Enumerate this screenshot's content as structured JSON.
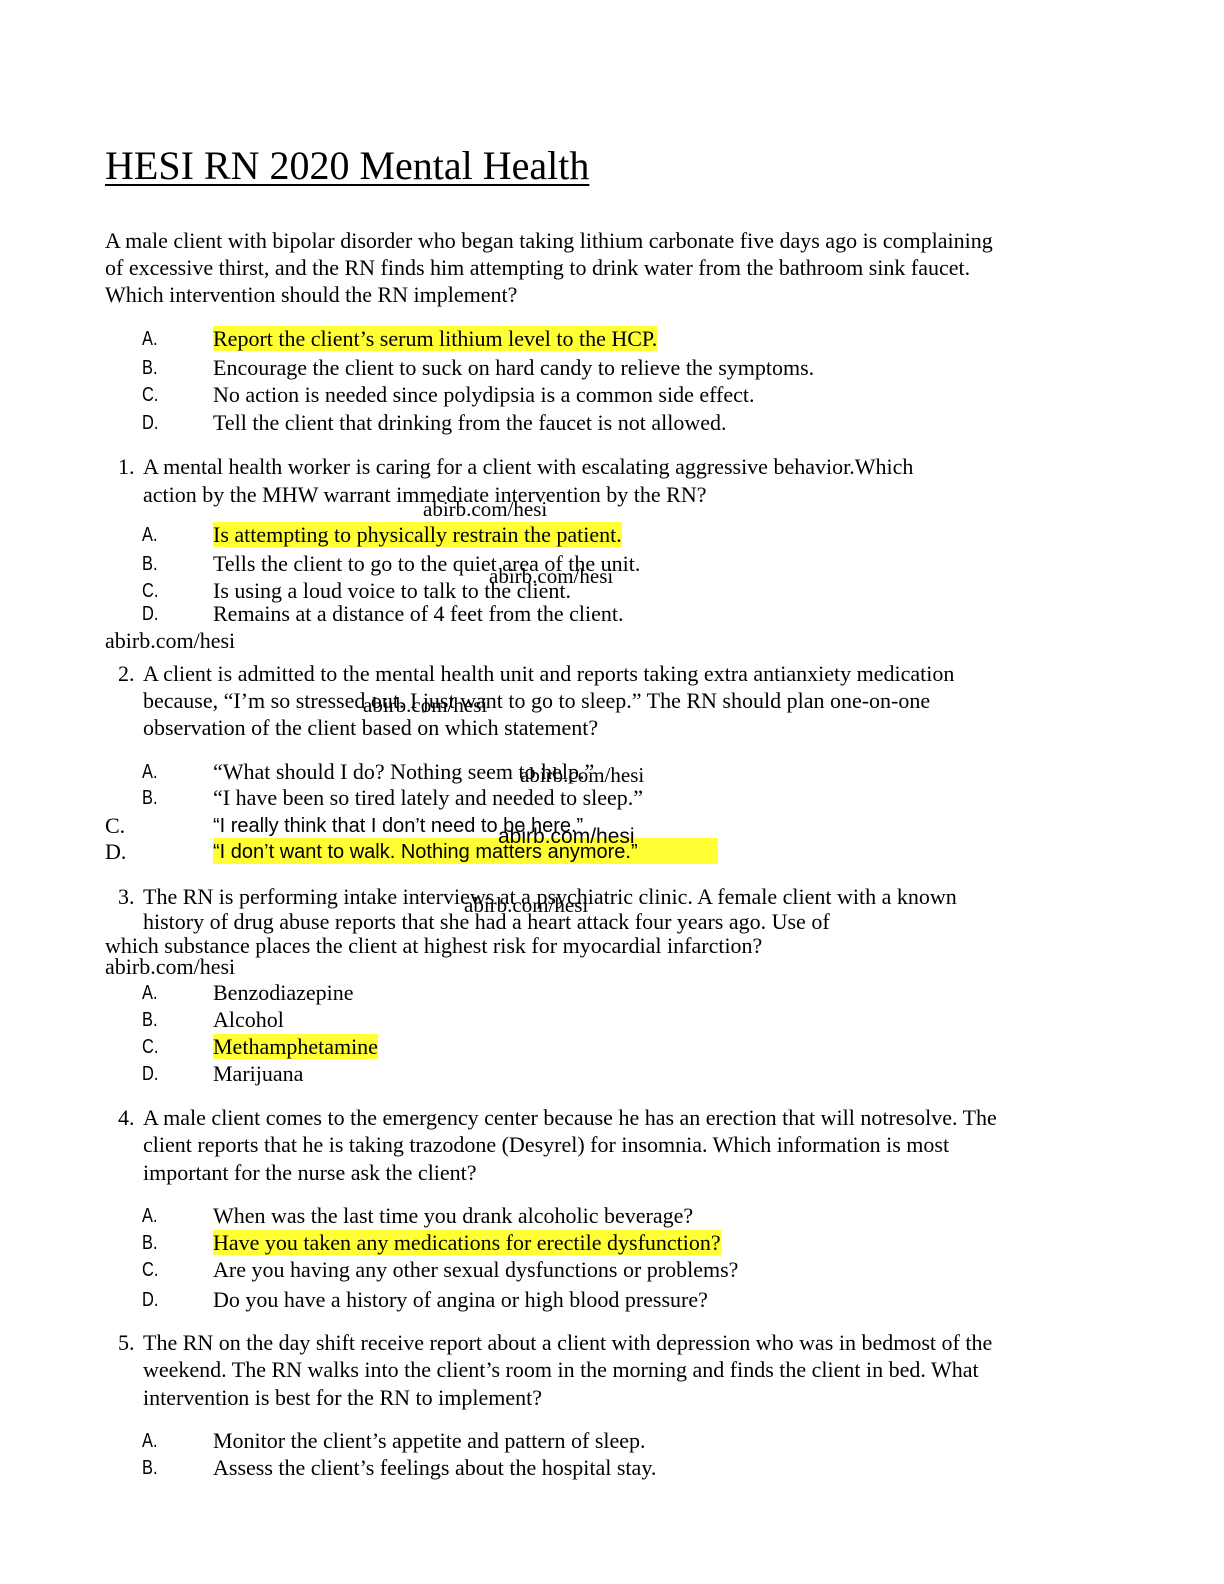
{
  "title": "HESI RN 2020 Mental Health",
  "watermark": "abirb.com/hesi",
  "intro": {
    "lines": [
      "A male client with bipolar disorder who began taking lithium carbonate five days ago is complaining",
      "of excessive thirst, and the RN finds him attempting to drink water from the bathroom sink faucet.",
      "Which intervention should the RN implement?"
    ],
    "options": [
      {
        "letter": "A.",
        "text": "Report the client’s serum lithium level to the HCP.",
        "correct": true
      },
      {
        "letter": "B.",
        "text": "Encourage the client to suck on hard candy to relieve the symptoms.",
        "correct": false
      },
      {
        "letter": "C.",
        "text": "No action is needed since polydipsia is a common side effect.",
        "correct": false
      },
      {
        "letter": "D.",
        "text": "Tell the client that drinking from the faucet is not allowed.",
        "correct": false
      }
    ]
  },
  "q1": {
    "number": "1.",
    "lines": [
      "A mental health worker is caring for a client with escalating aggressive behavior.Which",
      "action by the MHW warrant immediate intervention by the RN?"
    ],
    "options": [
      {
        "letter": "A.",
        "text": "Is attempting to physically restrain the patient.",
        "correct": true
      },
      {
        "letter": "B.",
        "text": "Tells the client to go to the quiet area of the unit.",
        "correct": false
      },
      {
        "letter": "C.",
        "text": "Is using a loud voice to talk to the client.",
        "correct": false
      },
      {
        "letter": "D.",
        "text": "Remains at a distance of 4 feet from the client.",
        "correct": false
      }
    ]
  },
  "q2": {
    "number": "2.",
    "lines": [
      "A client is admitted to the mental health unit and reports taking extra antianxiety medication",
      "because, “I’m so stressed out. I just want to go to sleep.” The RN should plan one-on-one",
      "observation of the client based on which statement?"
    ],
    "options": [
      {
        "letter": "A.",
        "text": "“What should I do? Nothing seem to help.”",
        "correct": false
      },
      {
        "letter": "B.",
        "text": "“I have been so tired lately and needed to sleep.”",
        "correct": false
      },
      {
        "letter": "C.",
        "text": "“I really think that I don’t need to be here.”",
        "correct": false
      },
      {
        "letter": "D.",
        "text": "“I don’t want to walk. Nothing matters anymore.”",
        "correct": true
      }
    ]
  },
  "q3": {
    "number": "3.",
    "lines": [
      "The RN is performing intake interviews at a psychiatric clinic. A female client with a known",
      "history of drug abuse reports that she had a heart attack four years ago. Use of",
      "which substance places the client at highest risk for myocardial infarction?"
    ],
    "options": [
      {
        "letter": "A.",
        "text": "Benzodiazepine",
        "correct": false
      },
      {
        "letter": "B.",
        "text": "Alcohol",
        "correct": false
      },
      {
        "letter": "C.",
        "text": "Methamphetamine",
        "correct": true
      },
      {
        "letter": "D.",
        "text": "Marijuana",
        "correct": false
      }
    ]
  },
  "q4": {
    "number": "4.",
    "lines": [
      "A male client comes to the emergency center because he has an erection that will notresolve. The",
      "client reports that he is taking trazodone (Desyrel) for insomnia. Which information is most",
      "important for the nurse ask the client?"
    ],
    "options": [
      {
        "letter": "A.",
        "text": "When was the last time you drank alcoholic beverage?",
        "correct": false
      },
      {
        "letter": "B.",
        "text": "Have you taken any medications for erectile dysfunction?",
        "correct": true
      },
      {
        "letter": "C.",
        "text": "Are you having any other sexual dysfunctions or problems?",
        "correct": false
      },
      {
        "letter": "D.",
        "text": "Do you have a history of angina or high blood pressure?",
        "correct": false
      }
    ]
  },
  "q5": {
    "number": "5.",
    "lines": [
      "The RN on the day shift receive report about a client with depression who was in bedmost of the",
      "weekend. The RN walks into the client’s room in the morning and finds the client in bed. What",
      "intervention is best for the RN to implement?"
    ],
    "options": [
      {
        "letter": "A.",
        "text": "Monitor the client’s appetite and pattern of sleep.",
        "correct": false
      },
      {
        "letter": "B.",
        "text": "Assess the client’s feelings about the hospital stay.",
        "correct": false
      }
    ]
  },
  "colors": {
    "highlight": "#ffff33",
    "text": "#000000"
  }
}
